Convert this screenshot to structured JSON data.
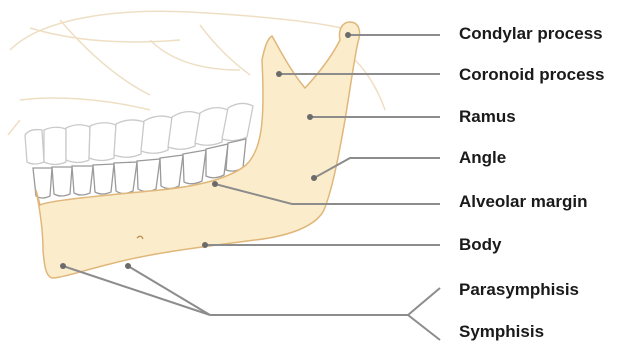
{
  "labels": {
    "condylar": "Condylar process",
    "coronoid": "Coronoid process",
    "ramus": "Ramus",
    "angle": "Angle",
    "alveolar": "Alveolar margin",
    "body": "Body",
    "parasymphisis": "Parasymphisis",
    "symphisis": "Symphisis"
  },
  "colors": {
    "mandible_fill": "#fbeccc",
    "mandible_stroke": "#e0b77a",
    "skull_stroke": "#eedfc4",
    "teeth_stroke": "#c9c9c9",
    "leader_line": "#8c8c8c",
    "point": "#6b6b6b",
    "text": "#1a1a1a"
  }
}
